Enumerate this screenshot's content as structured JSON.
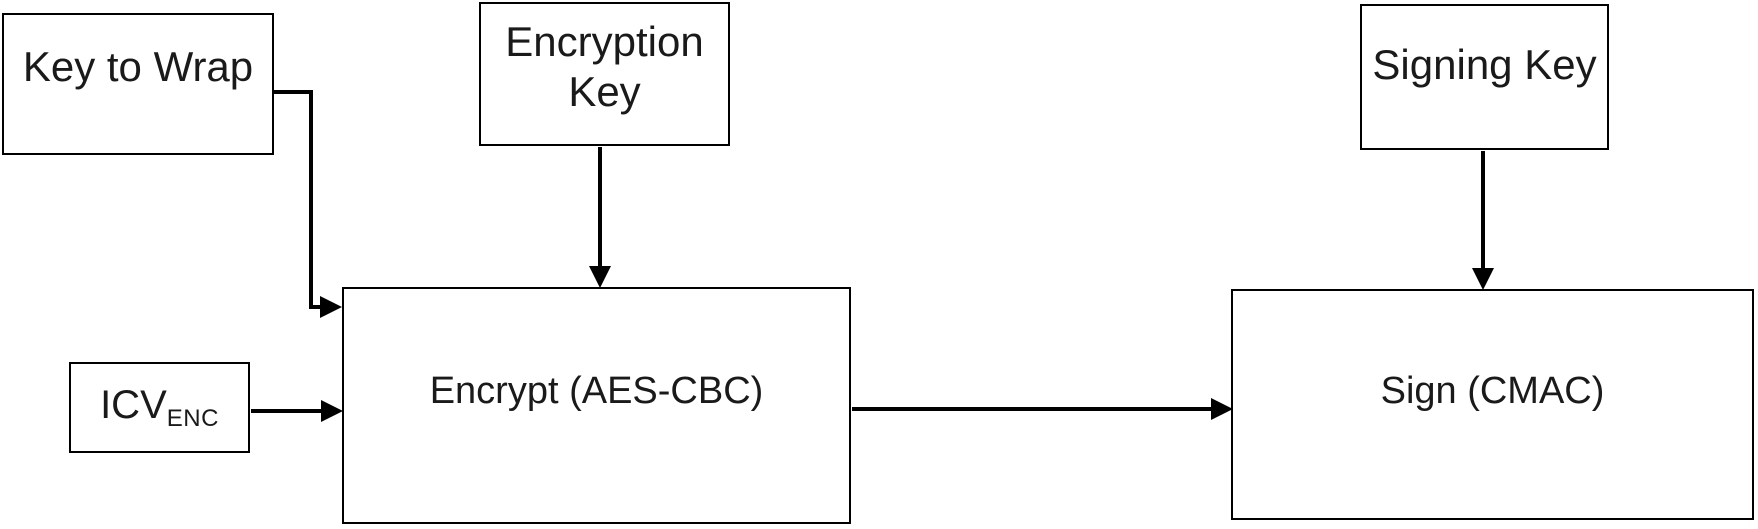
{
  "diagram": {
    "nodes": {
      "key_to_wrap": {
        "label": "Key to Wrap"
      },
      "encryption_key": {
        "label": "Encryption Key"
      },
      "signing_key": {
        "label": "Signing Key"
      },
      "icv": {
        "label_main": "ICV",
        "label_sub": "ENC"
      },
      "encrypt": {
        "label": "Encrypt (AES-CBC)"
      },
      "sign": {
        "label": "Sign (CMAC)"
      }
    },
    "connections": [
      {
        "from": "key_to_wrap",
        "to": "encrypt",
        "style": "elbow-right-down-right"
      },
      {
        "from": "encryption_key",
        "to": "encrypt",
        "style": "straight-down"
      },
      {
        "from": "icv",
        "to": "encrypt",
        "style": "straight-right"
      },
      {
        "from": "encrypt",
        "to": "sign",
        "style": "straight-right"
      },
      {
        "from": "signing_key",
        "to": "sign",
        "style": "straight-down"
      }
    ],
    "colors": {
      "line": "#000000",
      "box_border": "#000000",
      "box_fill": "#ffffff",
      "background": "#ffffff",
      "text": "#1a1a1a"
    }
  }
}
